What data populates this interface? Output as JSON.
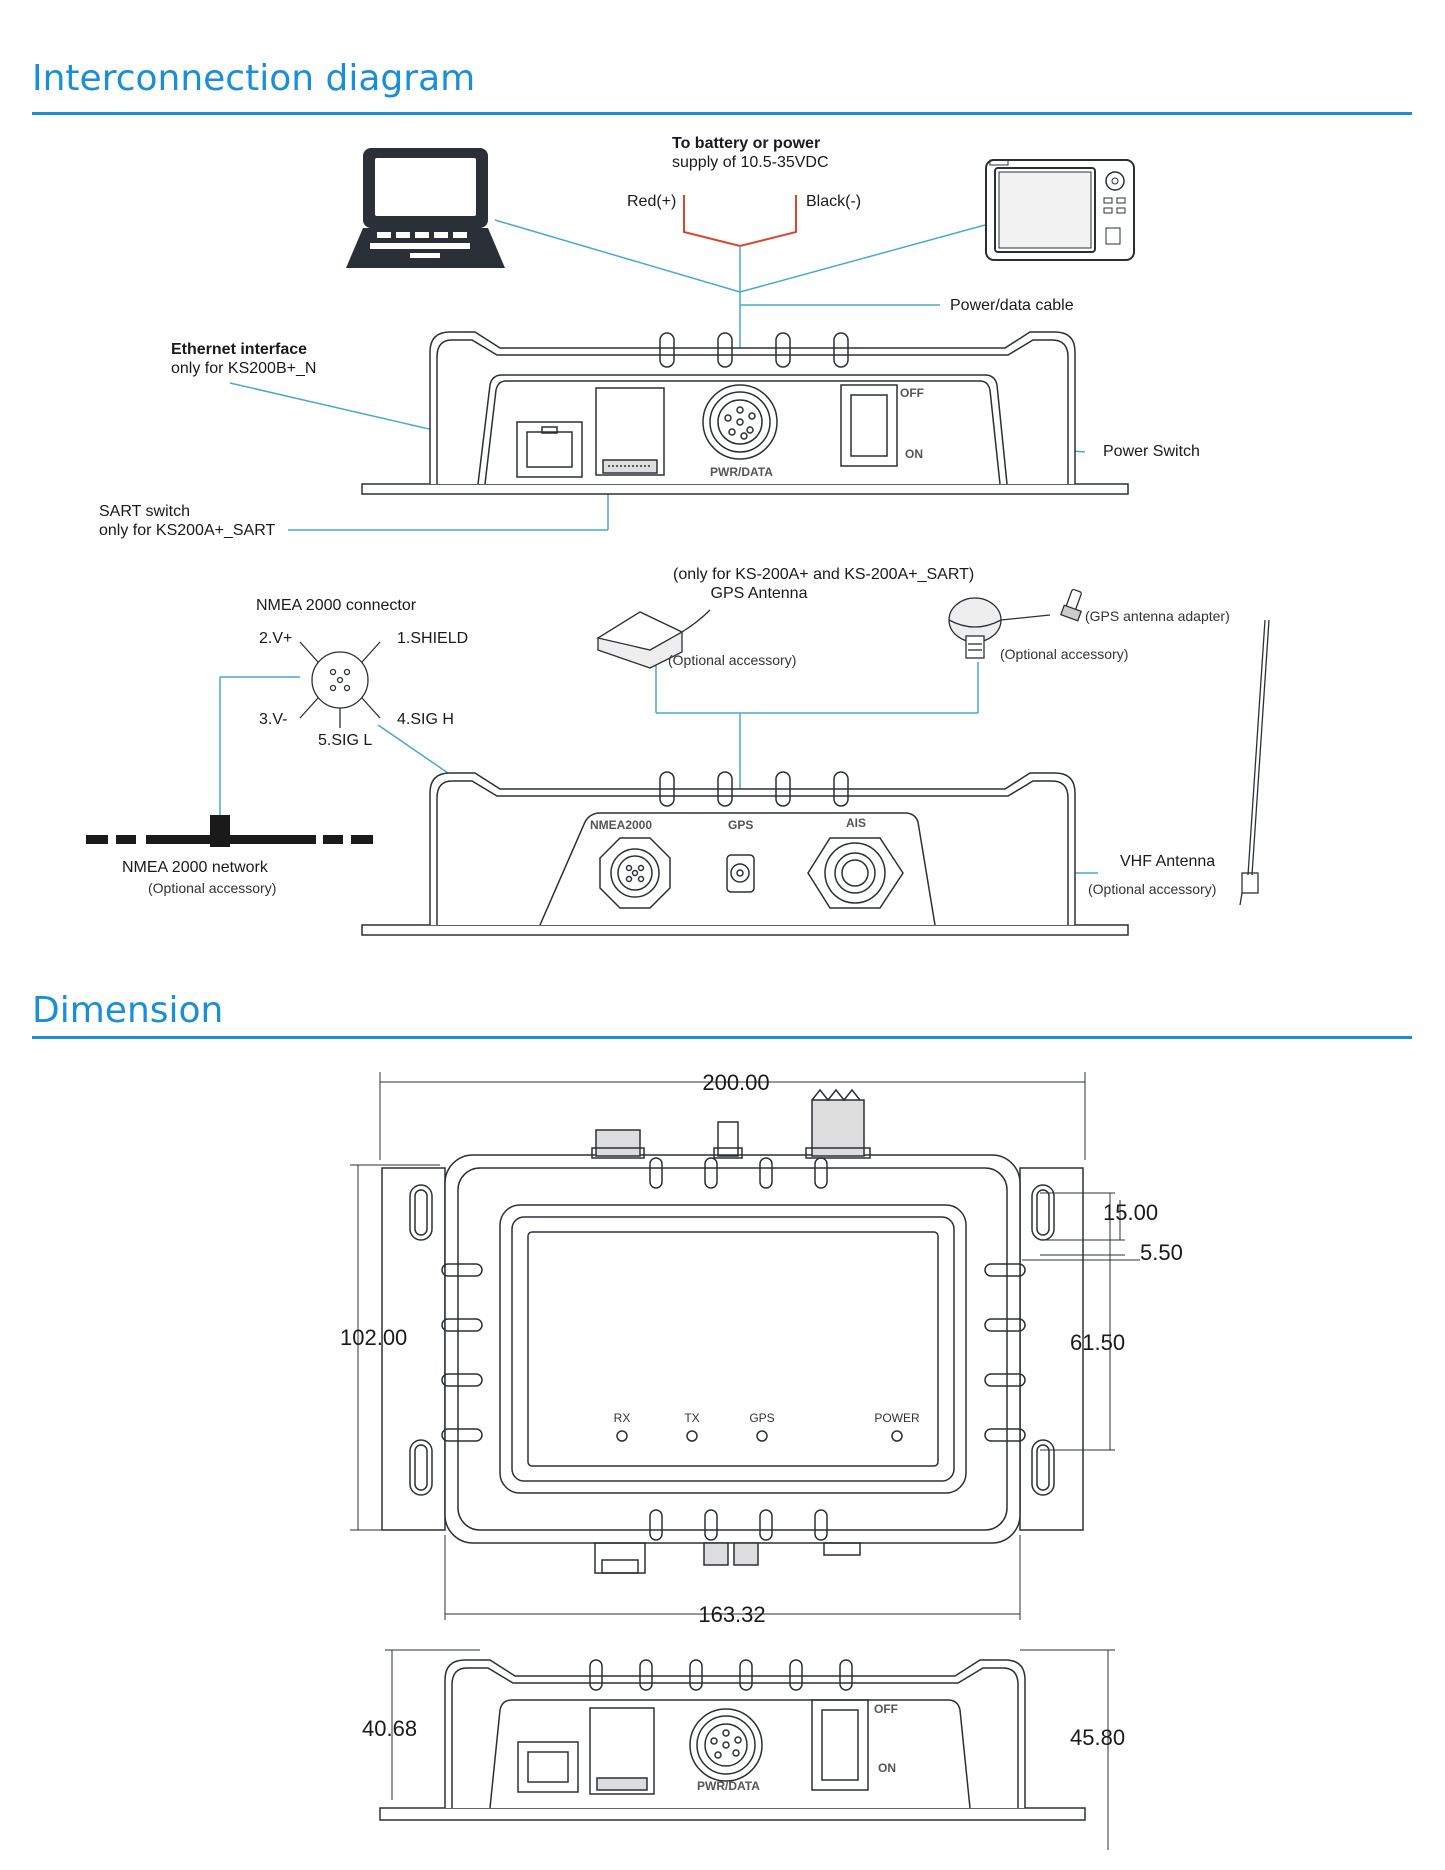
{
  "sections": {
    "interconnection_title": "Interconnection diagram",
    "dimension_title": "Dimension"
  },
  "colors": {
    "accent": "#1a8fd6",
    "power_line": "#e0412b",
    "connect_line": "#4aa9cf"
  },
  "interconnection": {
    "power_supply_line1": "To battery or power",
    "power_supply_line2": "supply of 10.5-35VDC",
    "red": "Red(+)",
    "black": "Black(-)",
    "power_data_cable": "Power/data cable",
    "ethernet_line1": "Ethernet interface",
    "ethernet_line2": "only for KS200B+_N",
    "power_switch": "Power Switch",
    "sart_line1": "SART switch",
    "sart_line2": "only for KS200A+_SART",
    "off": "OFF",
    "on": "ON",
    "pwr_data": "PWR/DATA",
    "gps_note_line1": "(only for KS-200A+ and KS-200A+_SART)",
    "gps_note_line2": "GPS Antenna",
    "optional_1": "(Optional accessory)",
    "optional_2": "(Optional accessory)",
    "gps_adapter": "(GPS antenna adapter)",
    "nmea_connector": "NMEA 2000 connector",
    "pin_2": "2.V+",
    "pin_1": "1.SHIELD",
    "pin_3": "3.V-",
    "pin_4": "4.SIG H",
    "pin_5": "5.SIG L",
    "nmea_network": "NMEA 2000 network",
    "nmea_optional": "(Optional accessory)",
    "port_nmea": "NMEA2000",
    "port_gps": "GPS",
    "port_ais": "AIS",
    "vhf_antenna": "VHF Antenna",
    "vhf_optional": "(Optional accessory)"
  },
  "dimension": {
    "width_total": "200.00",
    "width_inner": "163.32",
    "height_total": "102.00",
    "hole_spacing": "61.50",
    "hole_length": "15.00",
    "hole_width": "5.50",
    "led_rx": "RX",
    "led_tx": "TX",
    "led_gps": "GPS",
    "led_power": "POWER",
    "side_left": "40.68",
    "side_right": "45.80",
    "side_off": "OFF",
    "side_on": "ON",
    "side_pwr": "PWR/DATA"
  }
}
